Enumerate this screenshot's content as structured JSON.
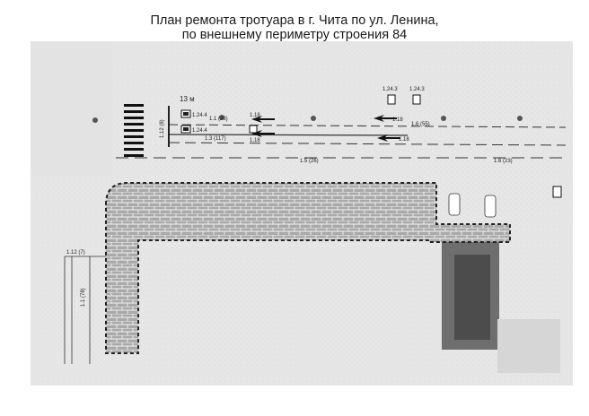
{
  "title": {
    "line1": "План ремонта тротуара в г. Чита по ул. Ленина,",
    "line2": "по внешнему периметру строения 84"
  },
  "map_labels": {
    "scale": "13 м",
    "sign_1": "1.24.4",
    "sign_2": "1.24.4",
    "sign_3": "1.24.3",
    "sign_4": "1.24.3",
    "marking_1": "1.1 (26)",
    "marking_2": "1.3 (117)",
    "marking_3": "1.6 (55)",
    "marking_4": "1.5 (26)",
    "marking_5": "1.6 (23)",
    "arrow_1": "1.18",
    "arrow_2": "1.18",
    "arrow_3": "1.18",
    "arrow_4": "1.18",
    "vertical_1": "1.12 (8)",
    "vertical_2": "1.12 (7)",
    "vertical_3": "1.1 (78)"
  },
  "colors": {
    "background": "#e9e9e9",
    "paving": "#a9a9a9",
    "curb": "#222222",
    "road_line": "#333333"
  }
}
